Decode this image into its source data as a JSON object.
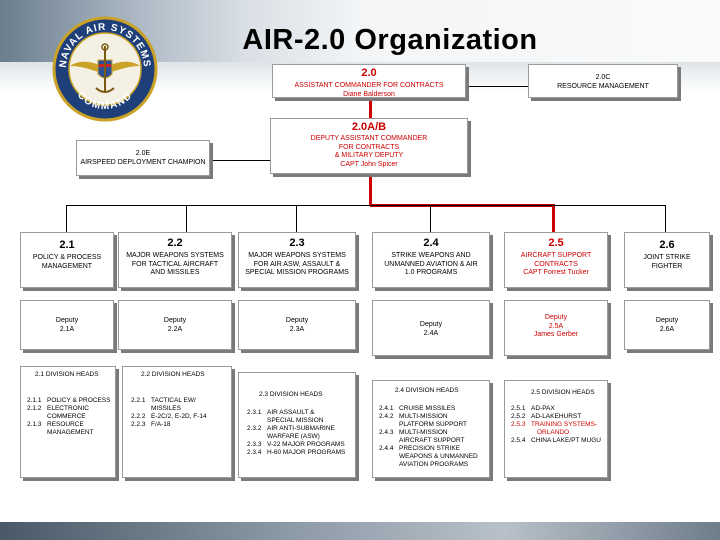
{
  "title": "AIR-2.0 Organization",
  "seal": {
    "top_text": "NAVAL AIR SYSTEMS",
    "bottom_text": "COMMAND",
    "icon": "naval-aviator-wings-seal"
  },
  "top": {
    "code": "2.0",
    "title": "ASSISTANT COMMANDER FOR CONTRACTS",
    "name": "Diane Balderson"
  },
  "c": {
    "code": "2.0C",
    "title": "RESOURCE MANAGEMENT"
  },
  "ab": {
    "code": "2.0A/B",
    "lines": [
      "DEPUTY ASSISTANT COMMANDER",
      "FOR CONTRACTS",
      "& MILITARY DEPUTY",
      "CAPT John Spicer"
    ]
  },
  "e": {
    "code": "2.0E",
    "title": "AIRSPEED DEPLOYMENT CHAMPION"
  },
  "divisions": [
    {
      "code": "2.1",
      "lines": [
        "POLICY & PROCESS",
        "MANAGEMENT"
      ],
      "deputy": [
        "Deputy",
        "2.1A"
      ]
    },
    {
      "code": "2.2",
      "lines": [
        "MAJOR WEAPONS SYSTEMS",
        "FOR TACTICAL AIRCRAFT",
        "AND MISSILES"
      ],
      "deputy": [
        "Deputy",
        "2.2A"
      ]
    },
    {
      "code": "2.3",
      "lines": [
        "MAJOR WEAPONS SYSTEMS",
        "FOR AIR ASW, ASSAULT &",
        "SPECIAL MISSION PROGRAMS"
      ],
      "deputy": [
        "Deputy",
        "2.3A"
      ]
    },
    {
      "code": "2.4",
      "lines": [
        "STRIKE WEAPONS AND",
        "UNMANNED AVIATION & AIR",
        "1.0 PROGRAMS"
      ],
      "deputy": [
        "Deputy",
        "2.4A"
      ]
    },
    {
      "code": "2.5",
      "lines": [
        "AIRCRAFT SUPPORT",
        "CONTRACTS",
        "CAPT Forrest Tucker"
      ],
      "deputy": [
        "Deputy",
        "2.5A",
        "James Gerber"
      ]
    },
    {
      "code": "2.6",
      "lines": [
        "JOINT STRIKE",
        "FIGHTER"
      ],
      "deputy": [
        "Deputy",
        "2.6A"
      ]
    }
  ],
  "heads": [
    {
      "title": "2.1 DIVISION HEADS",
      "items": [
        {
          "num": "2.1.1",
          "text": [
            "POLICY & PROCESS"
          ]
        },
        {
          "num": "2.1.2",
          "text": [
            "ELECTRONIC",
            "COMMERCE"
          ]
        },
        {
          "num": "2.1.3",
          "text": [
            "RESOURCE",
            "MANAGEMENT"
          ]
        }
      ]
    },
    {
      "title": "2.2 DIVISION HEADS",
      "items": [
        {
          "num": "2.2.1",
          "text": [
            "TACTICAL EW/",
            "MISSILES"
          ]
        },
        {
          "num": "2.2.2",
          "text": [
            "E-2C/2, E-2D, F-14"
          ]
        },
        {
          "num": "2.2.3",
          "text": [
            "F/A-18"
          ]
        }
      ]
    },
    {
      "title": "2.3 DIVISION HEADS",
      "items": [
        {
          "num": "2.3.1",
          "text": [
            "AIR ASSAULT &",
            "SPECIAL MISSION"
          ]
        },
        {
          "num": "2.3.2",
          "text": [
            "AIR ANTI-SUBMARINE",
            "WARFARE (ASW)"
          ]
        },
        {
          "num": "2.3.3",
          "text": [
            "V-22 MAJOR PROGRAMS"
          ]
        },
        {
          "num": "2.3.4",
          "text": [
            "H-60 MAJOR PROGRAMS"
          ]
        }
      ]
    },
    {
      "title": "2.4 DIVISION HEADS",
      "items": [
        {
          "num": "2.4.1",
          "text": [
            "CRUISE MISSILES"
          ]
        },
        {
          "num": "2.4.2",
          "text": [
            "MULTI-MISSION",
            "PLATFORM SUPPORT"
          ]
        },
        {
          "num": "2.4.3",
          "text": [
            "MULTI-MISSION",
            "AIRCRAFT SUPPORT"
          ]
        },
        {
          "num": "2.4.4",
          "text": [
            "PRECISION STRIKE",
            "WEAPONS & UNMANNED",
            "AVIATION PROGRAMS"
          ]
        }
      ]
    },
    {
      "title": "2.5 DIVISION HEADS",
      "items": [
        {
          "num": "2.5.1",
          "text": [
            "AD-PAX"
          ]
        },
        {
          "num": "2.5.2",
          "text": [
            "AD-LAKEHURST"
          ]
        },
        {
          "num": "2.5.3",
          "text": [
            "TRAINING SYSTEMS-",
            "ORLANDO"
          ],
          "red": true
        },
        {
          "num": "2.5.4",
          "text": [
            "CHINA LAKE/PT MUGU"
          ]
        }
      ]
    }
  ],
  "colors": {
    "accent_red": "#cc0000",
    "box_border": "#9a9a9a",
    "shadow": "#7a7a7a"
  }
}
